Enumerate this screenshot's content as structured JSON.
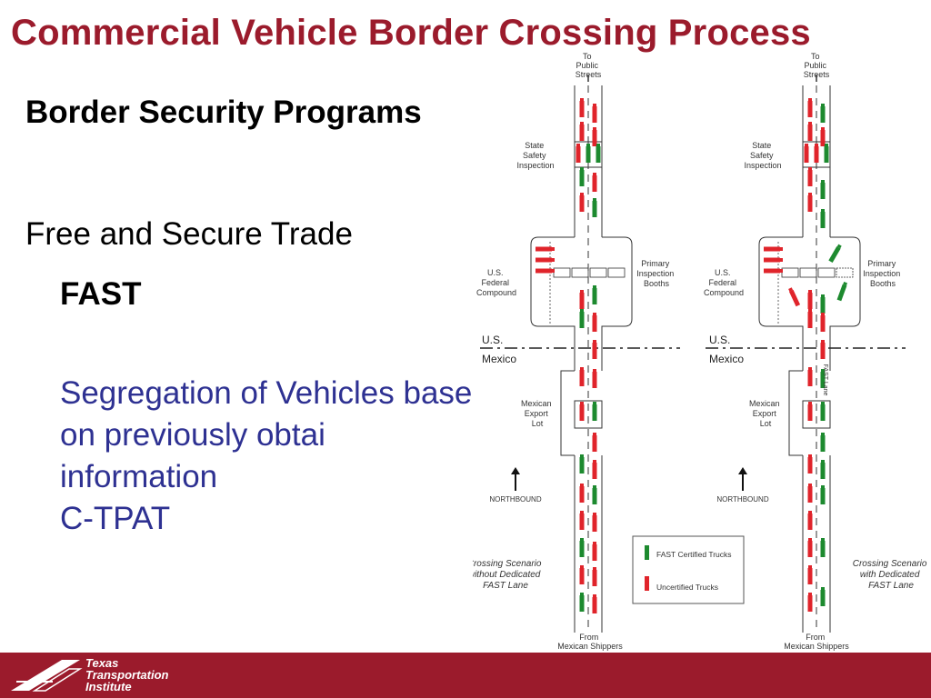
{
  "slide": {
    "title": "Commercial Vehicle Border Crossing Process",
    "bullets": [
      "Border Security Programs",
      "Free and Secure Trade",
      "FAST",
      "Segregation of Vehicles based on previously obtai",
      "information",
      "C-TPAT"
    ]
  },
  "diagram": {
    "to_streets": [
      "To",
      "Public",
      "Streets"
    ],
    "state_inspection": [
      "State",
      "Safety",
      "Inspection"
    ],
    "us_compound": [
      "U.S.",
      "Federal",
      "Compound"
    ],
    "primary_booths": [
      "Primary",
      "Inspection",
      "Booths"
    ],
    "us_label": "U.S.",
    "mexico_label": "Mexico",
    "export_lot": [
      "Mexican",
      "Export",
      "Lot"
    ],
    "northbound": "NORTHBOUND",
    "from_shippers": [
      "From",
      "Mexican Shippers"
    ],
    "fast_lane": "FAST Lane",
    "scenario_left": [
      "Crossing Scenario",
      "without Dedicated",
      "FAST Lane"
    ],
    "scenario_right": [
      "Crossing Scenario",
      "with Dedicated",
      "FAST Lane"
    ],
    "legend_fast": "FAST Certified Trucks",
    "legend_uncert": "Uncertified Trucks",
    "colors": {
      "fast": "#1d8a2f",
      "uncertified": "#e0242b"
    }
  },
  "footer": {
    "logo_lines": [
      "Texas",
      "Transportation",
      "Institute"
    ],
    "color": "#9b1b2c"
  }
}
